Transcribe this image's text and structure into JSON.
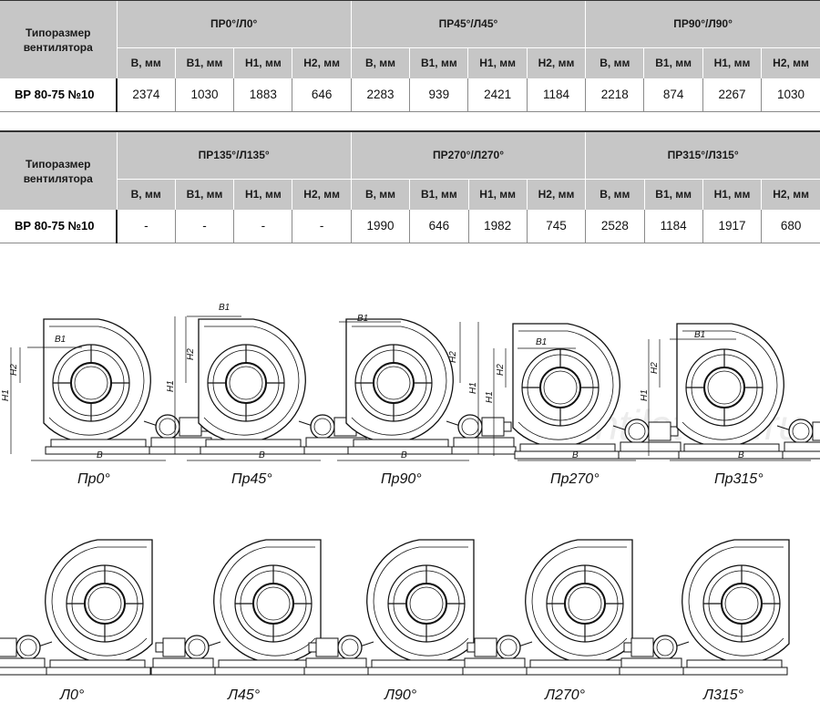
{
  "table1": {
    "header_label": "Типоразмер вентилятора",
    "groups": [
      "ПР0°/Л0°",
      "ПР45°/Л45°",
      "ПР90°/Л90°"
    ],
    "subheaders": [
      "В, мм",
      "В1, мм",
      "Н1, мм",
      "Н2, мм",
      "В, мм",
      "В1, мм",
      "Н1, мм",
      "Н2, мм",
      "В, мм",
      "В1, мм",
      "Н1, мм",
      "Н2, мм"
    ],
    "row": {
      "model": "ВР 80-75 №10",
      "values": [
        "2374",
        "1030",
        "1883",
        "646",
        "2283",
        "939",
        "2421",
        "1184",
        "2218",
        "874",
        "2267",
        "1030"
      ]
    }
  },
  "table2": {
    "header_label": "Типоразмер вентилятора",
    "groups": [
      "ПР135°/Л135°",
      "ПР270°/Л270°",
      "ПР315°/Л315°"
    ],
    "subheaders": [
      "В, мм",
      "В1, мм",
      "Н1, мм",
      "Н2, мм",
      "В, мм",
      "В1, мм",
      "Н1, мм",
      "Н2, мм",
      "В, мм",
      "В1, мм",
      "Н1, мм",
      "Н2, мм"
    ],
    "row": {
      "model": "ВР 80-75 №10",
      "values": [
        "-",
        "-",
        "-",
        "-",
        "1990",
        "646",
        "1982",
        "745",
        "2528",
        "1184",
        "1917",
        "680"
      ]
    }
  },
  "dims": {
    "b": "В",
    "b1": "В1",
    "h1": "Н1",
    "h2": "Н2"
  },
  "watermark": "ventilatorry.ru",
  "captions_right": [
    "Пр0°",
    "Пр45°",
    "Пр90°",
    "Пр270°",
    "Пр315°"
  ],
  "captions_left": [
    "Л0°",
    "Л45°",
    "Л90°",
    "Л270°",
    "Л315°"
  ]
}
